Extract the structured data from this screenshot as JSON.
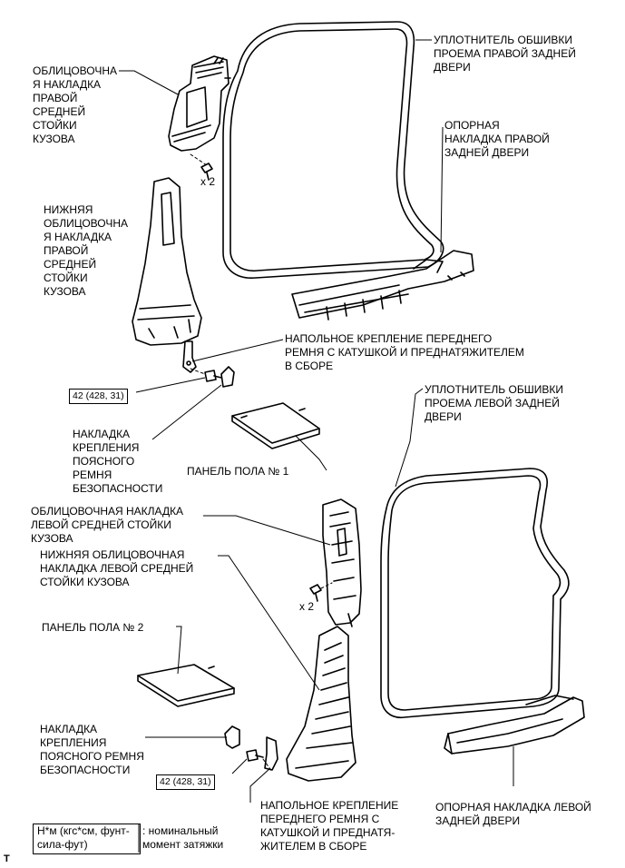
{
  "labels": {
    "right_upper_trim": "ОБЛИЦОВОЧНА\nЯ НАКЛАДКА\nПРАВОЙ\nСРЕДНЕЙ\nСТОЙКИ\nКУЗОВА",
    "right_rear_weatherstrip": "УПЛОТНИТЕЛЬ ОБШИВКИ\nПРОЕМА ПРАВОЙ ЗАДНЕЙ\nДВЕРИ",
    "right_rear_scuff": "ОПОРНАЯ\nНАКЛАДКА ПРАВОЙ\nЗАДНЕЙ ДВЕРИ",
    "right_clip_qty": "x 2",
    "right_lower_trim": "НИЖНЯЯ\nОБЛИЦОВОЧНА\nЯ НАКЛАДКА\nПРАВОЙ\nСРЕДНЕЙ\nСТОЙКИ\nКУЗОВА",
    "right_belt_anchor": "НАПОЛЬНОЕ КРЕПЛЕНИЕ ПЕРЕДНЕГО\nРЕМНЯ С КАТУШКОЙ И ПРЕДНАТЯЖИТЕЛЕМ\nВ СБОРЕ",
    "torque_right": "42 (428, 31)",
    "left_rear_weatherstrip": "УПЛОТНИТЕЛЬ ОБШИВКИ\nПРОЕМА ЛЕВОЙ ЗАДНЕЙ\nДВЕРИ",
    "right_belt_cover": "НАКЛАДКА\nКРЕПЛЕНИЯ\nПОЯСНОГО\nРЕМНЯ\nБЕЗОПАСНОСТИ",
    "floor_panel_1": "ПАНЕЛЬ ПОЛА № 1",
    "left_upper_trim": "ОБЛИЦОВОЧНАЯ НАКЛАДКА\nЛЕВОЙ СРЕДНЕЙ СТОЙКИ\nКУЗОВА",
    "left_lower_trim": "НИЖНЯЯ ОБЛИЦОВОЧНАЯ\nНАКЛАДКА ЛЕВОЙ СРЕДНЕЙ\nСТОЙКИ КУЗОВА",
    "left_clip_qty": "x 2",
    "floor_panel_2": "ПАНЕЛЬ ПОЛА № 2",
    "left_belt_cover": "НАКЛАДКА\nКРЕПЛЕНИЯ\nПОЯСНОГО РЕМНЯ\nБЕЗОПАСНОСТИ",
    "torque_left": "42 (428, 31)",
    "left_belt_anchor": "НАПОЛЬНОЕ КРЕПЛЕНИЕ\nПЕРЕДНЕГО РЕМНЯ С\nКАТУШКОЙ И ПРЕДНАТЯ-\nЖИТЕЛЕМ В СБОРЕ",
    "left_rear_scuff": "ОПОРНАЯ НАКЛАДКА ЛЕВОЙ\nЗАДНЕЙ ДВЕРИ"
  },
  "legend": {
    "unit": "Н*м (кгс*см, фунт-\nсила-фут)",
    "meaning": ": номинальный\nмомент затяжки"
  },
  "footer_mark": "T"
}
